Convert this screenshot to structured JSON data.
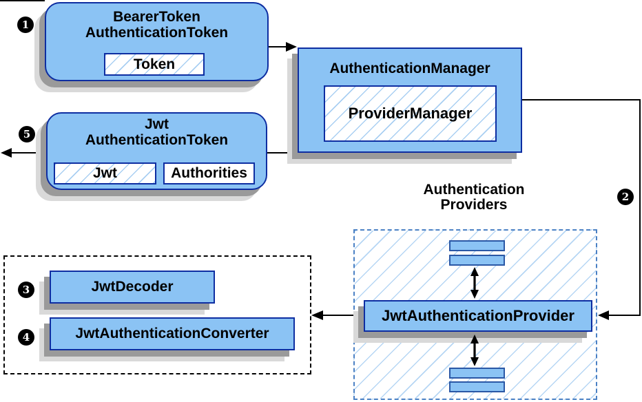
{
  "diagram": {
    "badges": {
      "b1": "1",
      "b2": "2",
      "b3": "3",
      "b4": "4",
      "b5": "5"
    },
    "nodes": {
      "bearer_token": {
        "title": [
          "BearerToken",
          "AuthenticationToken"
        ],
        "field_token": "Token"
      },
      "authentication_manager": {
        "title": "AuthenticationManager",
        "field_provider_manager": "ProviderManager"
      },
      "jwt_authentication_token": {
        "title": [
          "Jwt",
          "AuthenticationToken"
        ],
        "field_jwt": "Jwt",
        "field_authorities": "Authorities"
      },
      "authentication_providers": {
        "label": [
          "Authentication",
          "Providers"
        ]
      },
      "jwt_authentication_provider": {
        "label": "JwtAuthenticationProvider"
      },
      "jwt_decoder": {
        "label": "JwtDecoder"
      },
      "jwt_authentication_converter": {
        "label": "JwtAuthenticationConverter"
      }
    },
    "colors": {
      "node_fill": "#8BC3F4",
      "node_border": "#0D2DA1",
      "hatch_line": "#A9CFF2",
      "group_dashed_border": "#4A80C4",
      "decoders_dotted_border": "#000000",
      "shadow_dark": "#9A9A9A",
      "shadow_light": "#D9D9D9",
      "arrow": "#000000",
      "badge_background": "#000000",
      "badge_text": "#FFFFFF"
    }
  }
}
